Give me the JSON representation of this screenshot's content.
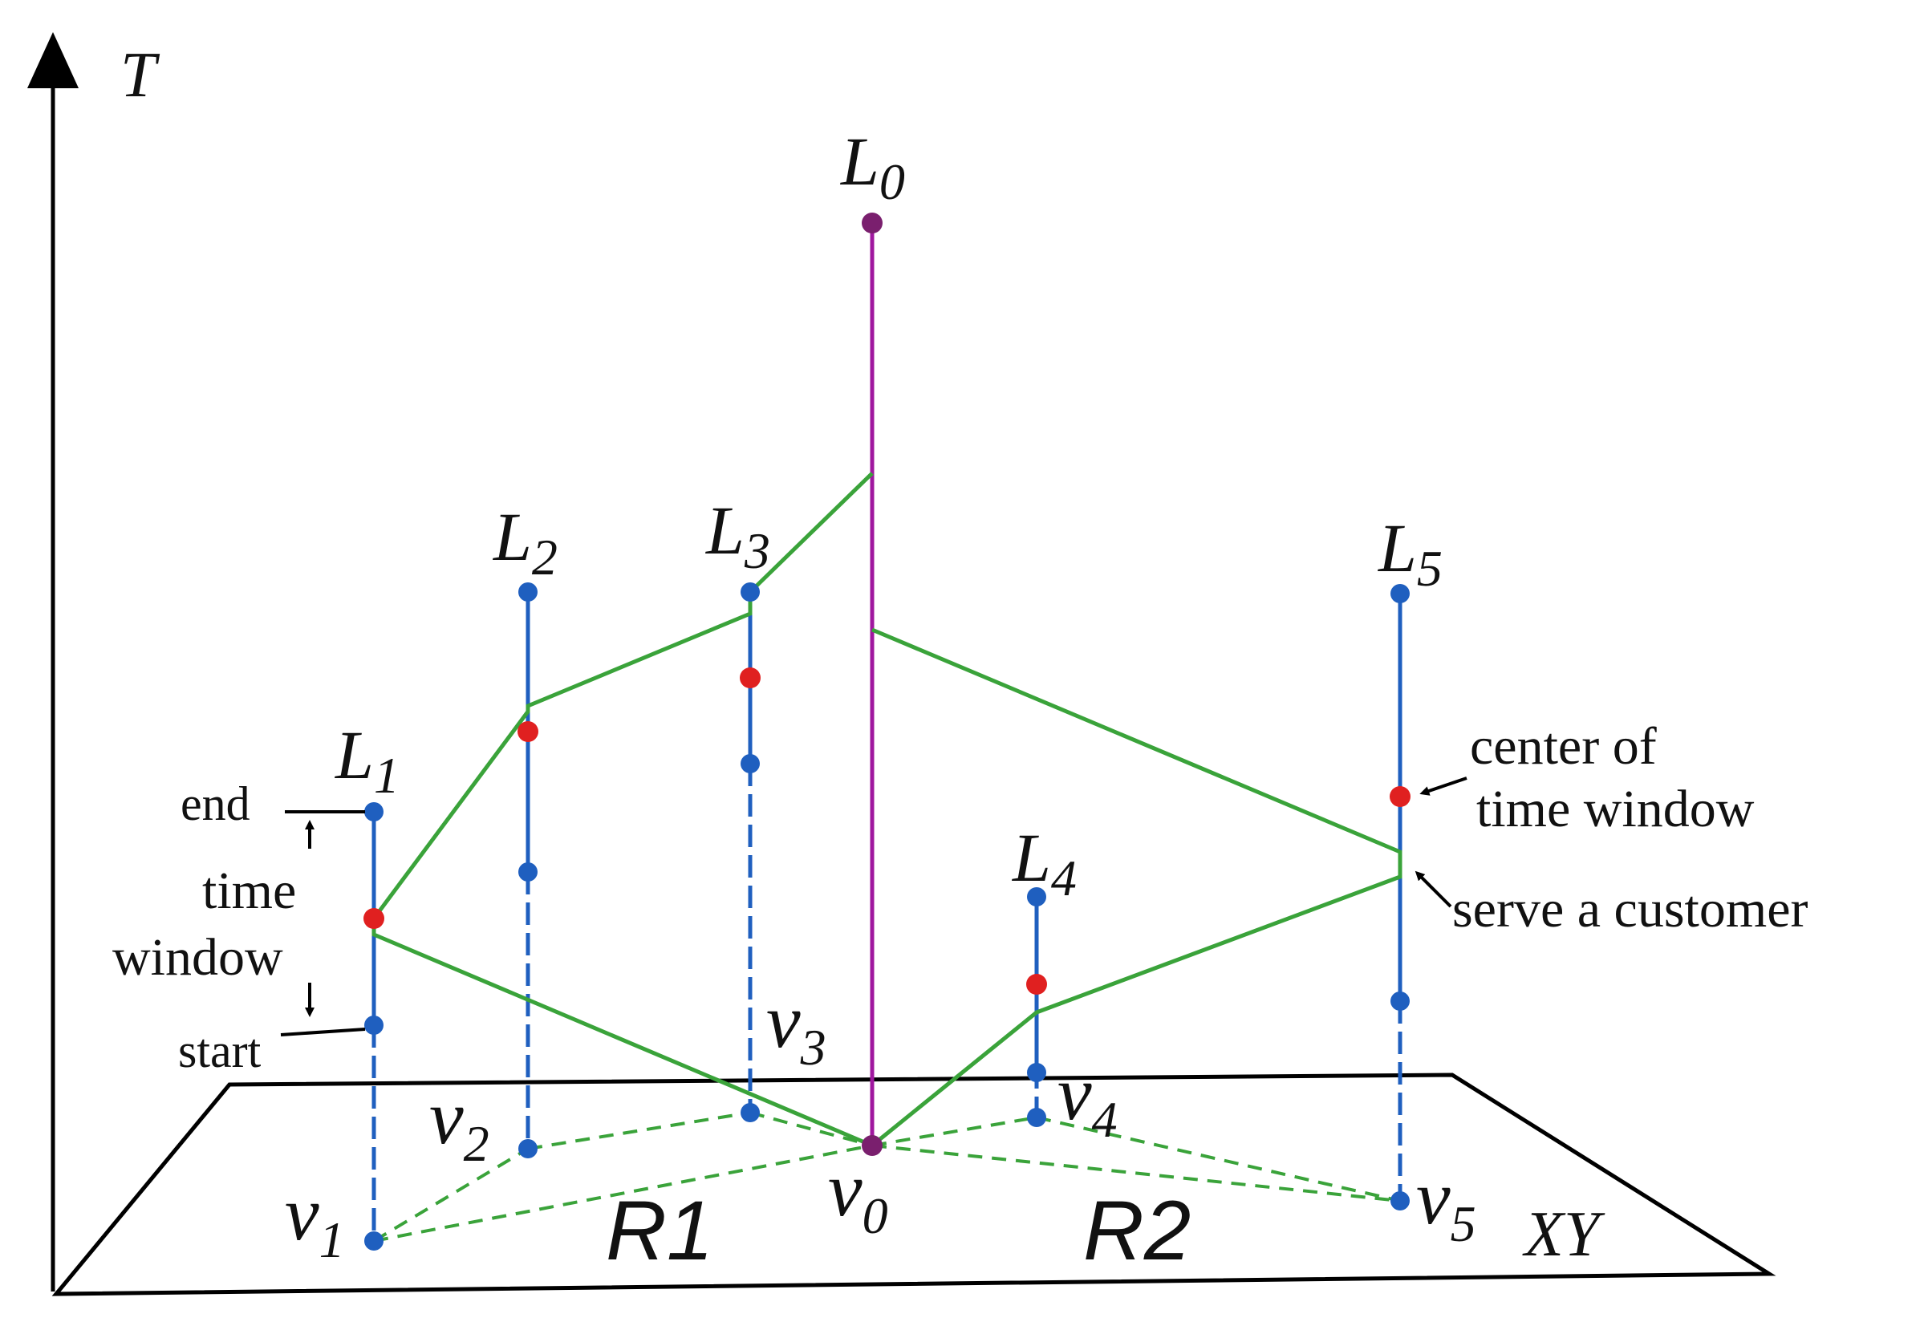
{
  "axis": {
    "label": "T"
  },
  "plane": {
    "label": "XY"
  },
  "regions": [
    {
      "label": "R1"
    },
    {
      "label": "R2"
    }
  ],
  "depot": {
    "node": "v",
    "node_sub": "0",
    "line": "L",
    "line_sub": "0",
    "color": "#7a1f6e"
  },
  "customers": [
    {
      "node": "v",
      "node_sub": "1",
      "line": "L",
      "line_sub": "1"
    },
    {
      "node": "v",
      "node_sub": "2",
      "line": "L",
      "line_sub": "2"
    },
    {
      "node": "v",
      "node_sub": "3",
      "line": "L",
      "line_sub": "3"
    },
    {
      "node": "v",
      "node_sub": "4",
      "line": "L",
      "line_sub": "4"
    },
    {
      "node": "v",
      "node_sub": "5",
      "line": "L",
      "line_sub": "5"
    }
  ],
  "annotations": {
    "end": "end",
    "time_window_1": "time",
    "time_window_2": "window",
    "start": "start",
    "center_1": "center of",
    "center_2": "time window",
    "serve": "serve a customer"
  },
  "colors": {
    "time_line": "#1f5fbf",
    "route": "#3aa33a",
    "center_point": "#e02020",
    "axis": "#000000"
  }
}
